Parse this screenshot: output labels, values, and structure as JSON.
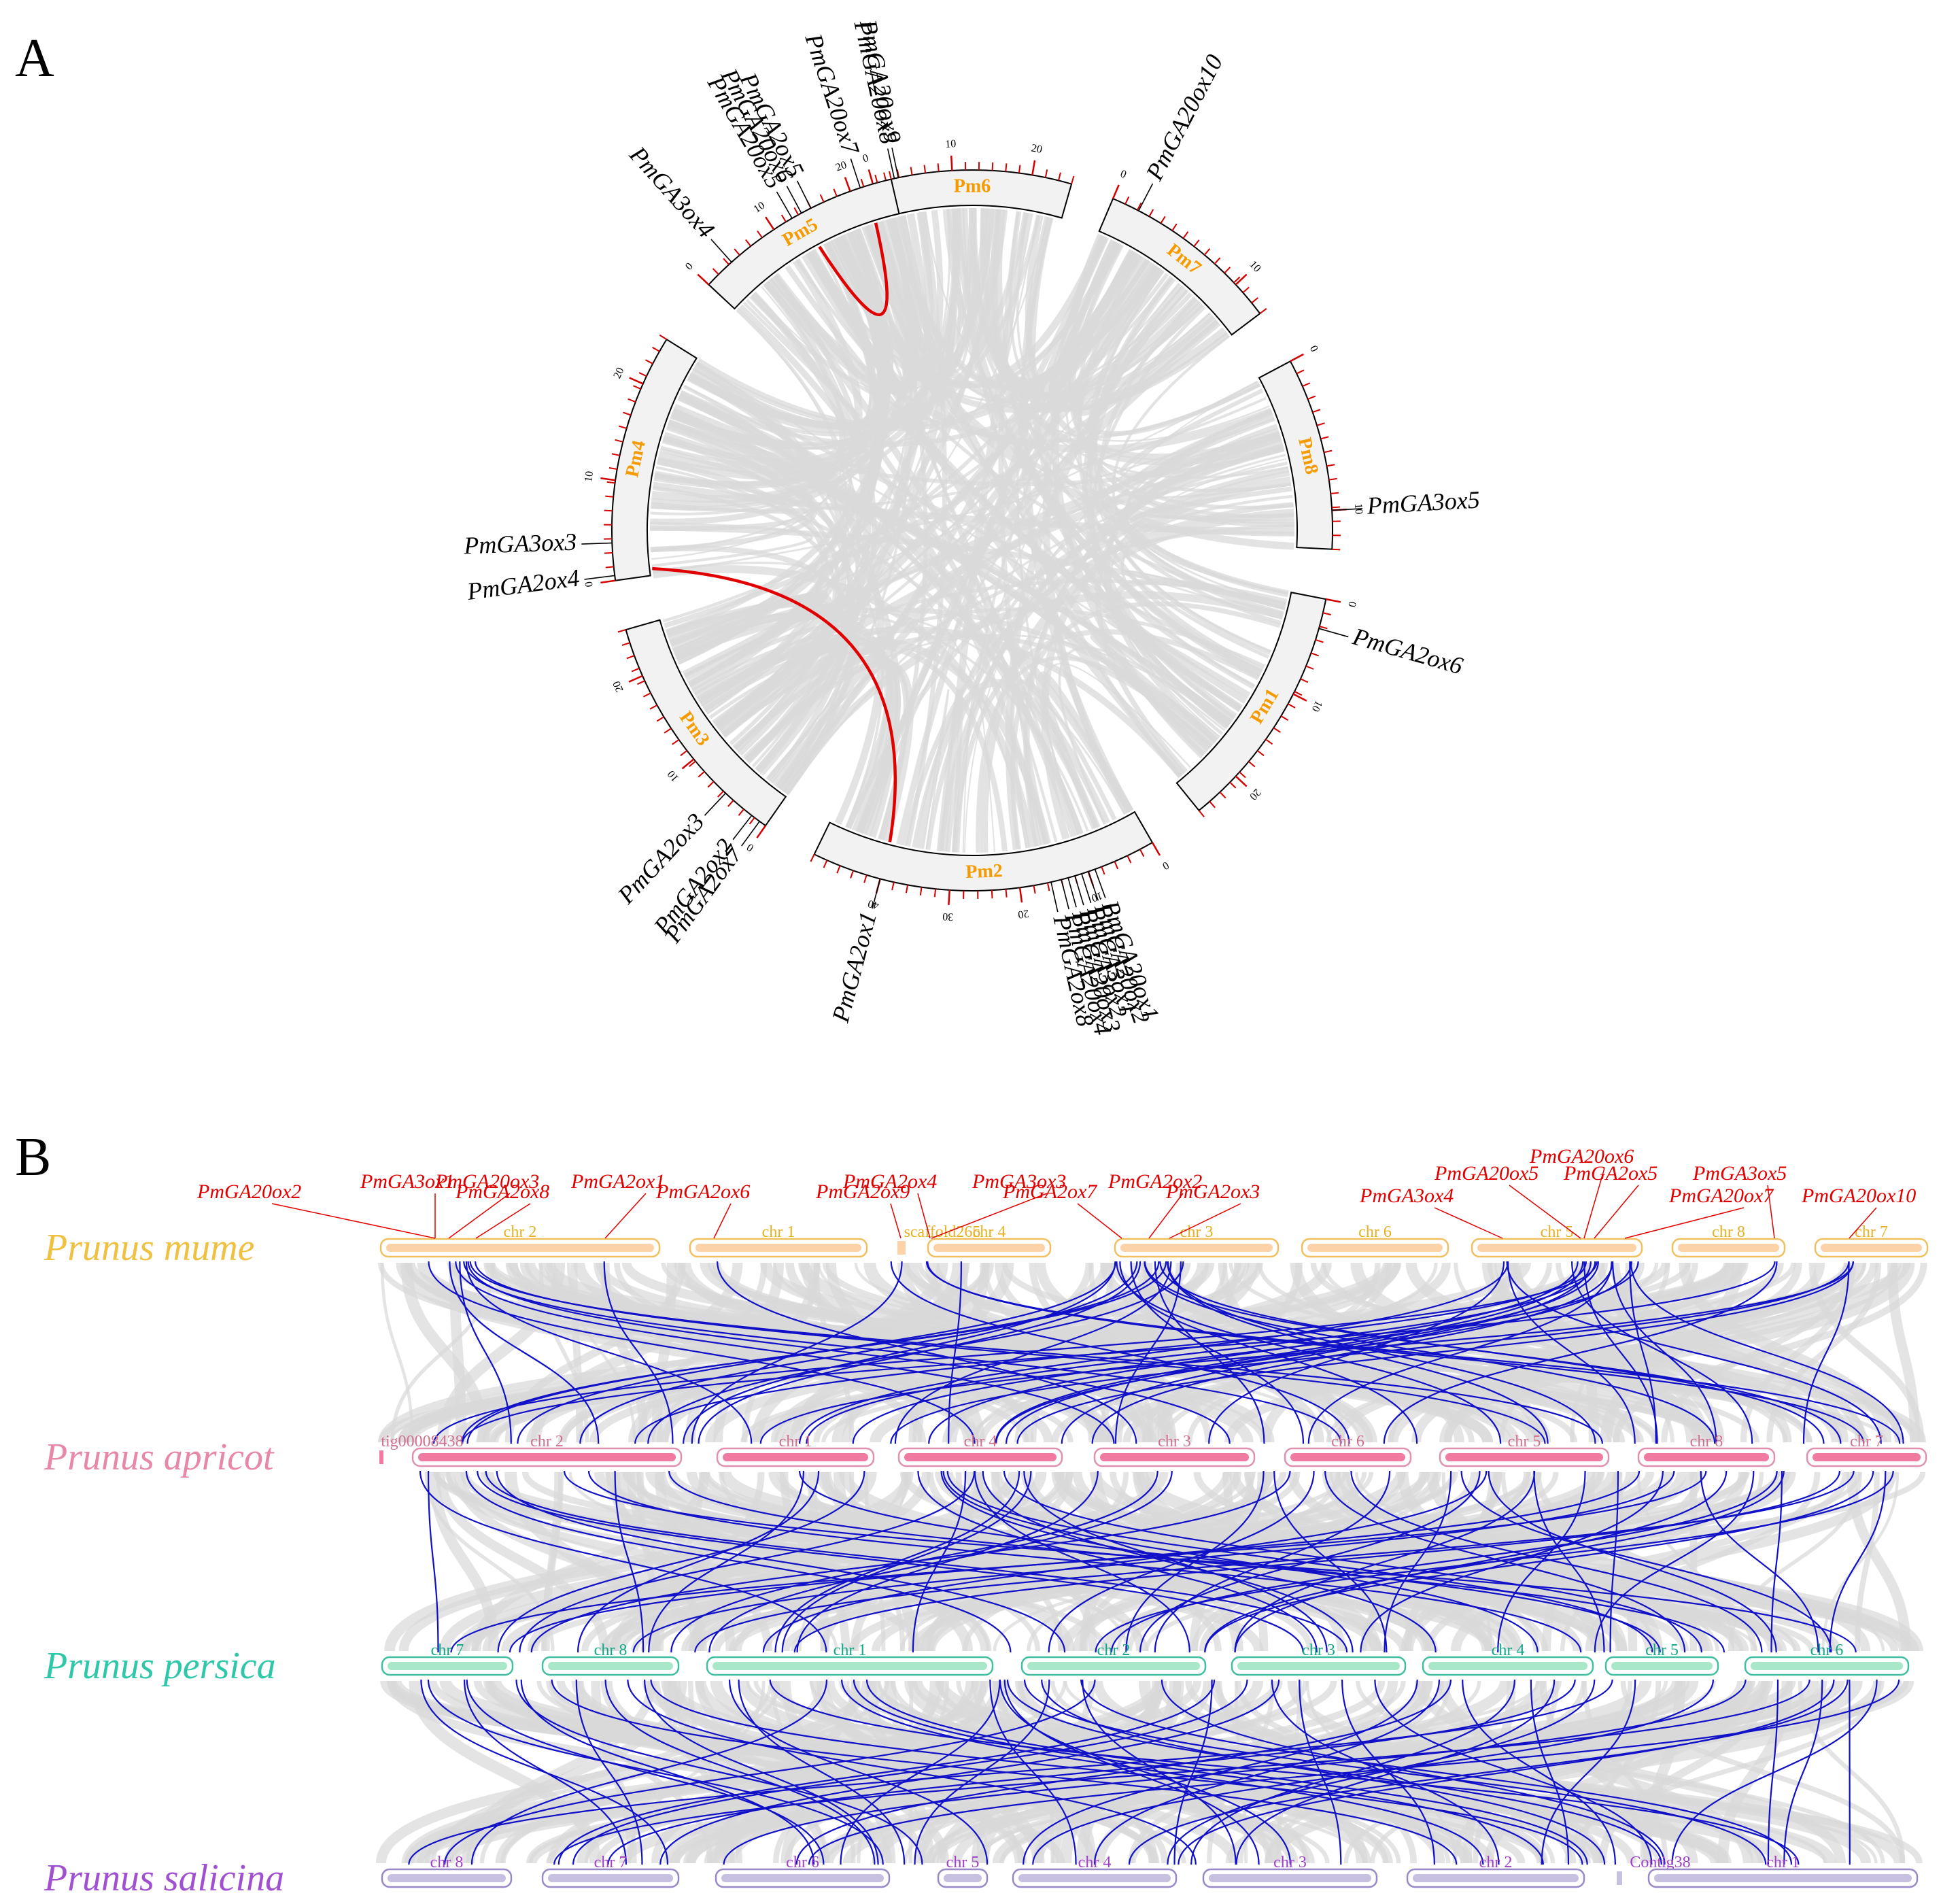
{
  "panels": [
    {
      "label": "A"
    },
    {
      "label": "B"
    }
  ],
  "colors": {
    "chrom_fill": "#f2f2f2",
    "chrom_label": "#f59b00",
    "tick": "#d40000",
    "red_link": "#e00000",
    "blue_link": "#1010c8",
    "grey_link": "#d9d9d9",
    "gene_label_B": "#e10000",
    "mume": "#f0c040",
    "apricot": "#e888a8",
    "persica": "#2ec8a8",
    "salicina": "#a050d0"
  },
  "panel_a": {
    "chromosomes": [
      {
        "name": "Pm6",
        "ticks": [
          "0",
          "10",
          "20"
        ]
      },
      {
        "name": "Pm7",
        "ticks": [
          "0",
          "10"
        ]
      },
      {
        "name": "Pm8",
        "ticks": [
          "0",
          "10"
        ]
      },
      {
        "name": "Pm1",
        "ticks": [
          "0",
          "10",
          "20"
        ]
      },
      {
        "name": "Pm2",
        "ticks": [
          "0",
          "10",
          "20",
          "30",
          "40"
        ]
      },
      {
        "name": "Pm3",
        "ticks": [
          "0",
          "10",
          "20"
        ]
      },
      {
        "name": "Pm4",
        "ticks": [
          "0",
          "10",
          "20"
        ]
      },
      {
        "name": "Pm5",
        "ticks": [
          "0",
          "10",
          "20"
        ]
      }
    ],
    "genes": [
      {
        "name": "PmGA20ox9",
        "chrom": "Pm6",
        "pos": 0.13
      },
      {
        "name": "PmGA20ox8",
        "chrom": "Pm6",
        "pos": 0.11
      },
      {
        "name": "PmGA20ox10",
        "chrom": "Pm7",
        "pos": 0.15
      },
      {
        "name": "PmGA3ox5",
        "chrom": "Pm8",
        "pos": 0.8
      },
      {
        "name": "PmGA2ox6",
        "chrom": "Pm1",
        "pos": 0.12
      },
      {
        "name": "PmGA20ox1",
        "chrom": "Pm2",
        "pos": 0.18
      },
      {
        "name": "PmGA20ox2",
        "chrom": "Pm2",
        "pos": 0.2
      },
      {
        "name": "PmGA3ox1",
        "chrom": "Pm2",
        "pos": 0.22
      },
      {
        "name": "PmGA3ox2",
        "chrom": "Pm2",
        "pos": 0.24
      },
      {
        "name": "PmGA20ox3",
        "chrom": "Pm2",
        "pos": 0.26
      },
      {
        "name": "PmGA20ox4",
        "chrom": "Pm2",
        "pos": 0.28
      },
      {
        "name": "PmGA2ox8",
        "chrom": "Pm2",
        "pos": 0.31
      },
      {
        "name": "PmGA2ox1",
        "chrom": "Pm2",
        "pos": 0.8
      },
      {
        "name": "PmGA2ox7",
        "chrom": "Pm3",
        "pos": 0.03
      },
      {
        "name": "PmGA2ox2",
        "chrom": "Pm3",
        "pos": 0.07
      },
      {
        "name": "PmGA2ox3",
        "chrom": "Pm3",
        "pos": 0.21
      },
      {
        "name": "PmGA2ox4",
        "chrom": "Pm4",
        "pos": 0.02
      },
      {
        "name": "PmGA3ox3",
        "chrom": "Pm4",
        "pos": 0.15
      },
      {
        "name": "PmGA3ox4",
        "chrom": "Pm5",
        "pos": 0.15
      },
      {
        "name": "PmGA20ox5",
        "chrom": "Pm5",
        "pos": 0.5
      },
      {
        "name": "PmGA20ox6",
        "chrom": "Pm5",
        "pos": 0.55
      },
      {
        "name": "PmGA2ox5",
        "chrom": "Pm5",
        "pos": 0.6
      },
      {
        "name": "PmGA20ox7",
        "chrom": "Pm5",
        "pos": 0.85
      }
    ],
    "red_links": [
      {
        "from": "Pm5",
        "a": 0.55,
        "to": "Pm5",
        "b": 0.87
      },
      {
        "from": "Pm4",
        "a": 0.03,
        "to": "Pm2",
        "b": 0.8
      }
    ]
  },
  "panel_b": {
    "species": [
      {
        "name": "Prunus mume",
        "color": "#f0c040",
        "chroms": [
          "chr 2",
          "chr 1",
          "scaffold265",
          "chr 4",
          "chr 3",
          "chr 6",
          "chr 5",
          "chr 8",
          "chr 7"
        ]
      },
      {
        "name": "Prunus apricot",
        "color": "#e888a8",
        "chroms": [
          "tig00008438",
          "chr 2",
          "chr 1",
          "chr 4",
          "chr 3",
          "chr 6",
          "chr 5",
          "chr 8",
          "chr 7"
        ]
      },
      {
        "name": "Prunus persica",
        "color": "#2ec8a8",
        "chroms": [
          "chr 7",
          "chr 8",
          "chr 1",
          "chr 2",
          "chr 3",
          "chr 4",
          "chr 5",
          "chr 6"
        ]
      },
      {
        "name": "Prunus salicina",
        "color": "#a050d0",
        "chroms": [
          "chr 8",
          "chr  7",
          "chr 6",
          "chr  5",
          "chr 4",
          "chr 3",
          "chr 2",
          "Contig38",
          "chr 1"
        ]
      }
    ],
    "genes": [
      "PmGA3ox1",
      "PmGA20ox3",
      "PmGA2ox1",
      "PmGA20ox2",
      "PmGA2ox8",
      "PmGA2ox6",
      "PmGA2ox4",
      "PmGA3ox3",
      "PmGA2ox2",
      "PmGA2ox9",
      "PmGA2ox7",
      "PmGA2ox3",
      "PmGA20ox6",
      "PmGA20ox5",
      "PmGA2ox5",
      "PmGA3ox5",
      "PmGA3ox4",
      "PmGA20ox7",
      "PmGA20ox10"
    ]
  }
}
